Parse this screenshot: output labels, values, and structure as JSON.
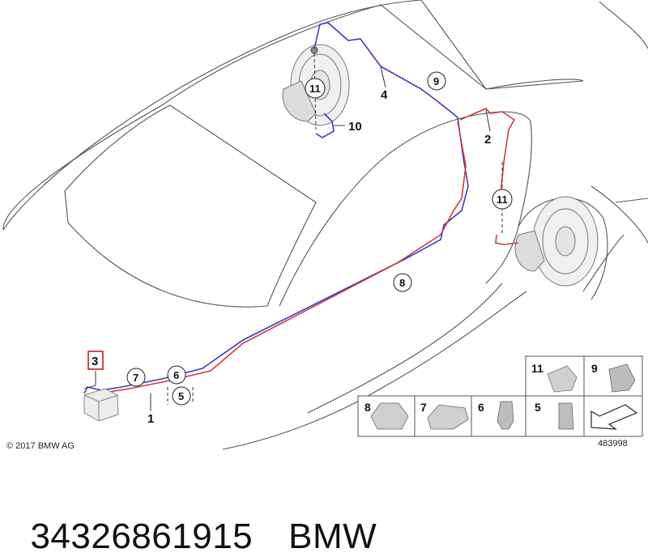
{
  "callouts": {
    "c1": "1",
    "c2": "2",
    "c3": "3",
    "c4": "4",
    "c5": "5",
    "c6": "6",
    "c7": "7",
    "c8": "8",
    "c9": "9",
    "c10": "10",
    "c11a": "11",
    "c11b": "11"
  },
  "legend": {
    "cell_11": "11",
    "cell_9": "9",
    "cell_8": "8",
    "cell_7": "7",
    "cell_6": "6",
    "cell_5": "5"
  },
  "copyright": "© 2017 BMW AG",
  "diagram_number": "483998",
  "part_number": "34326861915",
  "brand": "BMW",
  "colors": {
    "brake_line_blue": "#3a3ac8",
    "brake_line_red": "#d23a3a",
    "highlight": "#d11c1c"
  }
}
